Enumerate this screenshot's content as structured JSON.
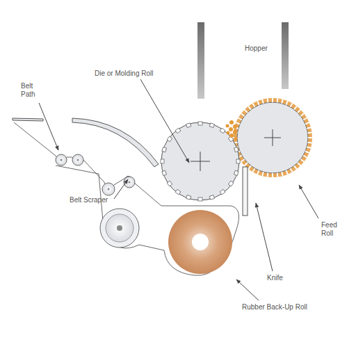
{
  "diagram": {
    "labels": [
      "Hopper",
      "Die or Molding Roll",
      "Belt Path",
      "Belt Scraper",
      "Feed Roll",
      "Knife",
      "Rubber Back-Up Roll"
    ]
  }
}
